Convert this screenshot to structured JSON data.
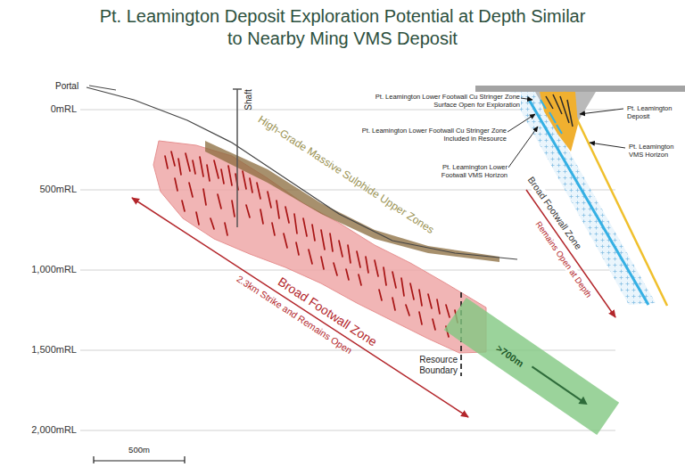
{
  "diagram": {
    "title": "Pt. Leamington Deposit Exploration Potential at Depth Similar to Nearby Ming VMS Deposit",
    "nodes": [
      {
        "text": [
          ">700m"
        ]
      }
    ],
    "labels": [
      "Portal",
      "Shaft",
      "0mRL",
      "500mRL",
      "1,000mRL",
      "1,500mRL",
      "2,000mRL",
      "High-Grade Massive Sulphide Upper Zones",
      "Broad Footwall Zone",
      "2.3km Strike and Remains Open",
      "Resource Boundary",
      "500m",
      "Pt. Leamington Lower Footwall Cu Stringer Zone Surface Open for Exploration",
      "Pt. Leamington Deposit",
      "Pt. Leamington Lower Footwall Cu Stringer Zone Included in Resource",
      "Pt. Leamington VMS Horizon",
      "Pt. Leamington Lower Footwall VMS Horizon",
      "Broad Footwall Zone",
      "Remains Open at Depth"
    ]
  }
}
